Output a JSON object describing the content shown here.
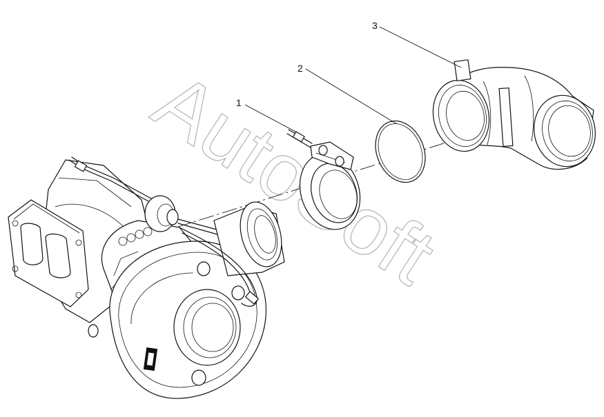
{
  "watermark": "AutoSoft",
  "callouts": [
    {
      "label": "1"
    },
    {
      "label": "2"
    },
    {
      "label": "3"
    }
  ]
}
